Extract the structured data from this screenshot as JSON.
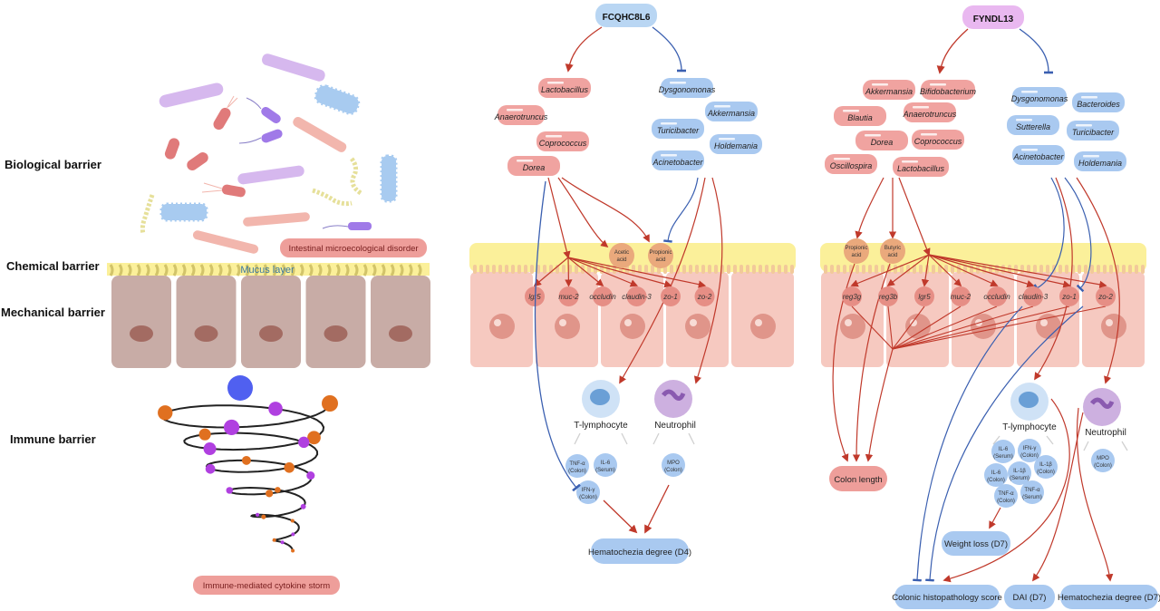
{
  "left_panel": {
    "barriers": [
      {
        "id": "biological",
        "label": "Biological barrier"
      },
      {
        "id": "chemical",
        "label": "Chemical barrier"
      },
      {
        "id": "mechanical",
        "label": "Mechanical barrier"
      },
      {
        "id": "immune",
        "label": "Immune barrier"
      }
    ],
    "mucus_label": "Mucus layer",
    "microbe_label": "Intestinal microecological disorder",
    "cytokine_label": "Immune-mediated cytokine storm"
  },
  "middle_panel": {
    "root": "FCQHC8L6",
    "increased_taxa": [
      "Lactobacillus",
      "Anaerotruncus",
      "Coprococcus",
      "Dorea"
    ],
    "decreased_taxa": [
      "Dysgonomonas",
      "Akkermansia",
      "Turicibacter",
      "Holdemania",
      "Acinetobacter"
    ],
    "metabolites": [
      "Acetic acid",
      "Propionic acid"
    ],
    "genes": [
      "lgr5",
      "muc-2",
      "occludin",
      "claudin-3",
      "zo-1",
      "zo-2"
    ],
    "cells": [
      "T-lymphocyte",
      "Neutrophil"
    ],
    "t_cytokines": [
      "TNF-α (Colon)",
      "IL-6 (Serum)",
      "IFN-γ (Colon)"
    ],
    "n_markers": [
      "MPO (Colon)"
    ],
    "outcomes": [
      "Hematochezia degree (D4)"
    ]
  },
  "right_panel": {
    "root": "FYNDL13",
    "increased_taxa": [
      "Akkermansia",
      "Bifidobacterium",
      "Blautia",
      "Anaerotruncus",
      "Dorea",
      "Coprococcus",
      "Oscillospira",
      "Lactobacillus"
    ],
    "decreased_taxa": [
      "Dysgonomonas",
      "Bacteroides",
      "Sutterella",
      "Turicibacter",
      "Acinetobacter",
      "Holdemania"
    ],
    "metabolites": [
      "Propionic acid",
      "Butyric acid"
    ],
    "genes": [
      "reg3g",
      "reg3b",
      "lgr5",
      "muc-2",
      "occludin",
      "claudin-3",
      "zo-1",
      "zo-2"
    ],
    "cells": [
      "T-lymphocyte",
      "Neutrophil"
    ],
    "t_cytokines": [
      "IL-6 (Serum)",
      "IFN-γ (Colon)",
      "IL-1β (Colon)",
      "IL-6 (Colon)",
      "IL-1β (Serum)",
      "TNF-α (Colon)",
      "TNF-α (Serum)"
    ],
    "n_markers": [
      "MPO (Colon)"
    ],
    "outcomes": [
      "Colon length",
      "Weight loss (D7)",
      "Colonic histopathology score",
      "DAI (D7)",
      "Hematochezia degree (D7)"
    ]
  },
  "colors": {
    "increase": "#c0392b",
    "decrease": "#3a5fb0",
    "pink_box": "#f0a3a0",
    "blue_box": "#a9c9f0",
    "purple_box": "#e5b4ef",
    "mucus": "#fbf09a",
    "epithelium": "#f6c9c0"
  }
}
